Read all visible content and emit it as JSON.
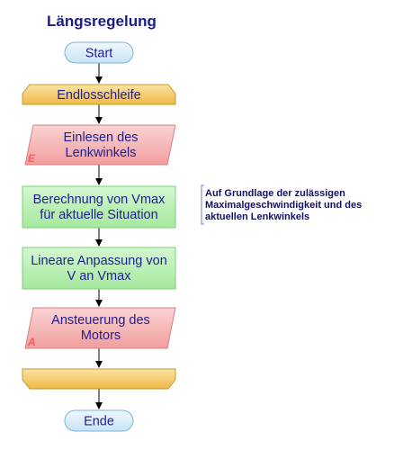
{
  "title": "Längsregelung",
  "nodes": {
    "start": {
      "label": "Start"
    },
    "loop_start": {
      "label": "Endlosschleife"
    },
    "input": {
      "line1": "Einlesen des",
      "line2": "Lenkwinkels",
      "marker": "E"
    },
    "compute": {
      "line1": "Berechnung von Vmax",
      "line2": "für aktuelle Situation"
    },
    "adjust": {
      "line1": "Lineare Anpassung von",
      "line2": "V an Vmax"
    },
    "output": {
      "line1": "Ansteuerung des",
      "line2": "Motors",
      "marker": "A"
    },
    "loop_end": {
      "label": ""
    },
    "end": {
      "label": "Ende"
    }
  },
  "comment": {
    "line1": "Auf Grundlage der zulässigen",
    "line2": "Maximalgeschwindigkeit und des",
    "line3": "aktuellen Lenkwinkels"
  },
  "colors": {
    "terminal_fill": "#d6ecf8",
    "terminal_stroke": "#7fb3d3",
    "loop_fill": "#f3c862",
    "loop_stroke": "#c79a2e",
    "io_fill": "#f6b1b1",
    "io_stroke": "#d98080",
    "process_fill": "#b9efb4",
    "process_stroke": "#7fcf79",
    "text": "#1f1f8f",
    "comment_bracket": "#7a7ab8"
  }
}
